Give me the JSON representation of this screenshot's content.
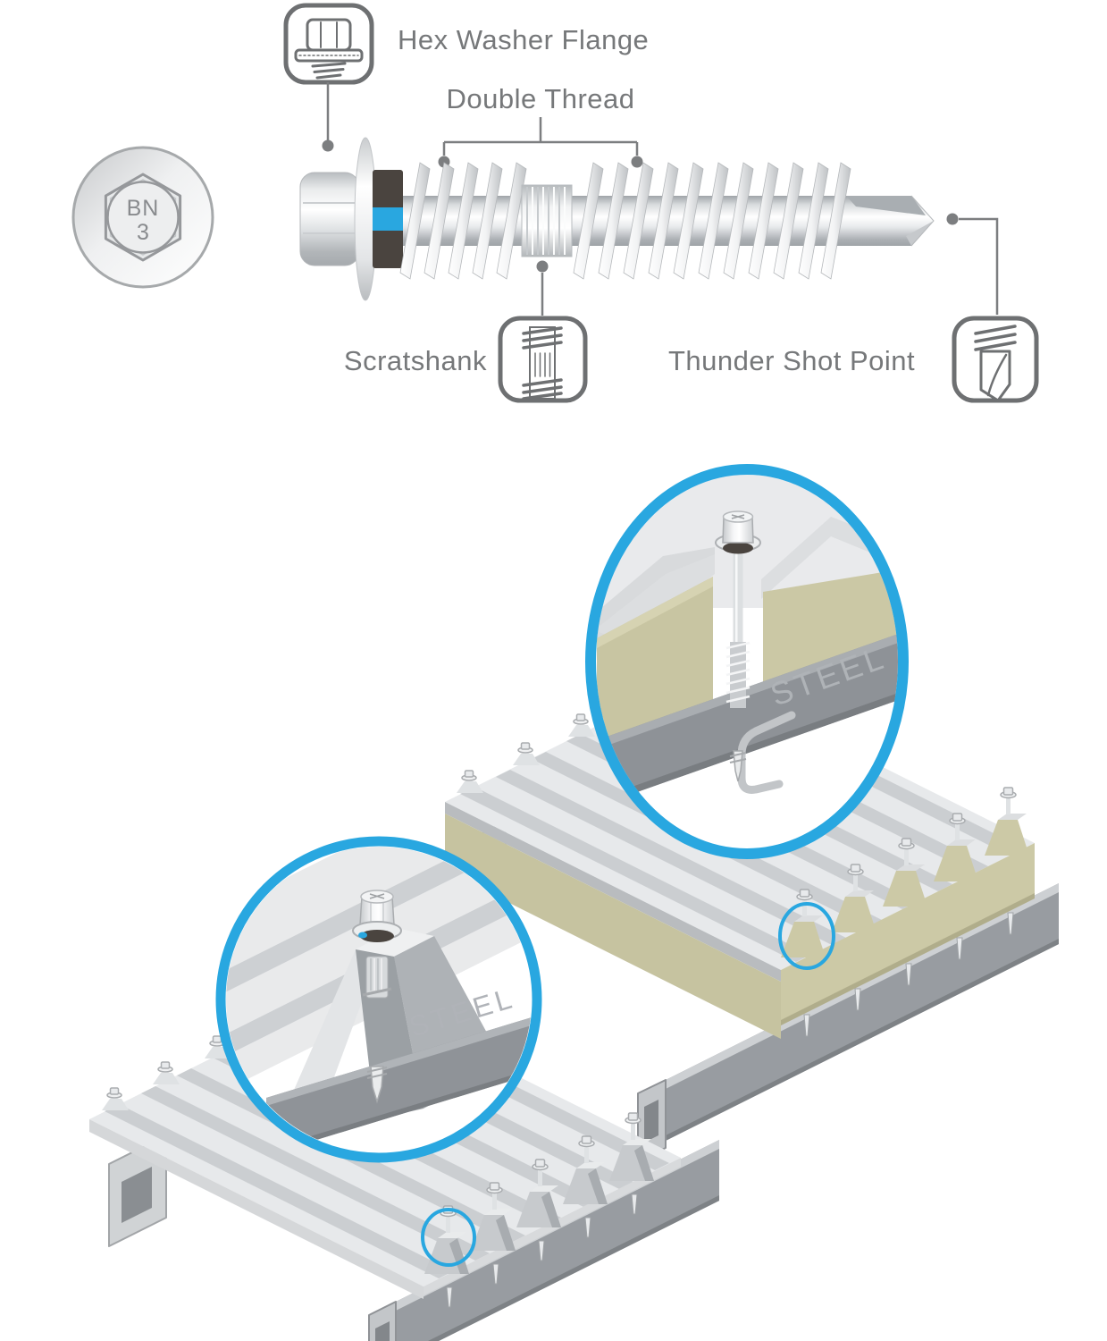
{
  "screw_diagram": {
    "labels": {
      "hex_washer_flange": "Hex Washer Flange",
      "double_thread": "Double Thread",
      "scratshank": "Scratshank",
      "thunder_shot_point": "Thunder Shot Point"
    },
    "head_view": {
      "marking_line1": "BN",
      "marking_line2": "3"
    },
    "icons": {
      "hex_washer_flange_icon": "hex-washer-flange-icon",
      "scratshank_icon": "scratshank-icon",
      "thunder_shot_point_icon": "thunder-shot-point-icon"
    }
  },
  "installation": {
    "steel_label": "STEEL"
  },
  "colors": {
    "accent_blue": "#29A7E0",
    "seal_dark": "#4A443F",
    "label_gray": "#76787a",
    "khaki": "#C8C5A2",
    "steel_gray": "#8F9398",
    "panel_light": "#E6E8EA",
    "panel_shade": "#CBCED1",
    "steel_text_gray": "#B0B3B8"
  }
}
